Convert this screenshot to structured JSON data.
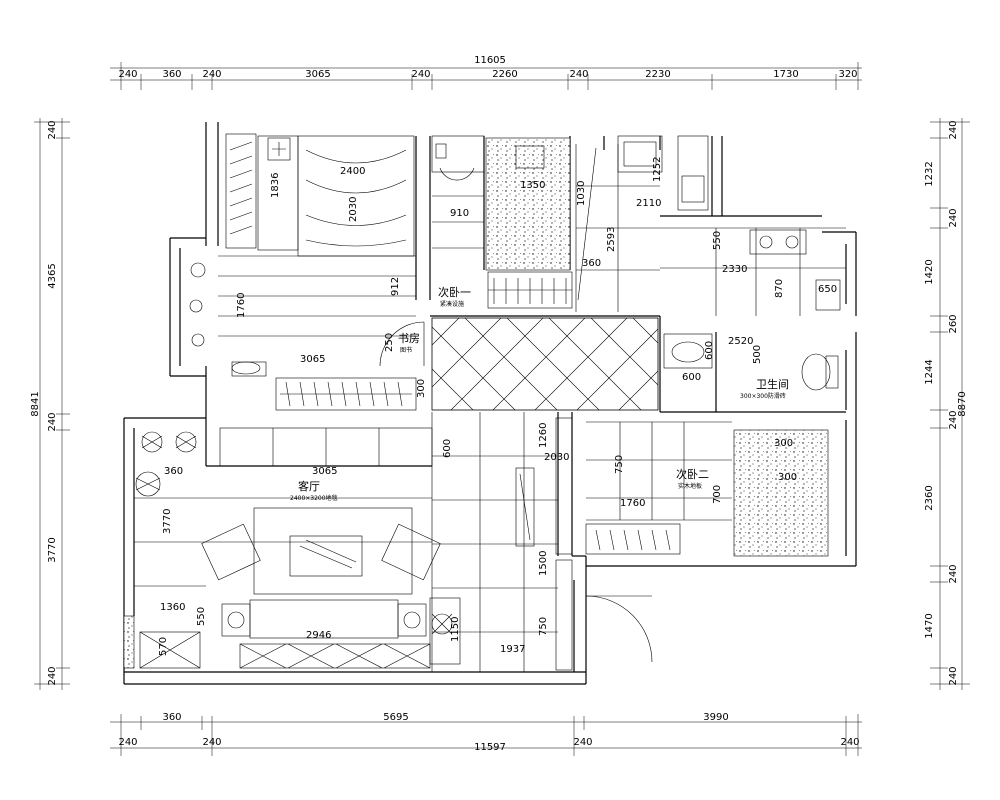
{
  "dimensions": {
    "top_total": "11605",
    "top_segments": [
      "240",
      "360",
      "240",
      "3065",
      "240",
      "2260",
      "240",
      "2230",
      "1730",
      "320"
    ],
    "bottom_segments": [
      "360",
      "5695",
      "3990"
    ],
    "bottom_total": "11597",
    "bottom_walls": [
      "240",
      "240",
      "240",
      "240"
    ],
    "left_total": "8841",
    "left_segments": [
      "240",
      "4365",
      "240",
      "3770",
      "240"
    ],
    "right_total": "8870",
    "right_segments": [
      "240",
      "1232",
      "240",
      "1420",
      "260",
      "1244",
      "240",
      "2360",
      "240",
      "1470",
      "240"
    ]
  },
  "rooms": {
    "bedroom2": "次卧一",
    "bedroom2_sub": "紧凑设施",
    "living": "客厅",
    "living_sub": "2400×3200地毯",
    "study": "书房",
    "study_sub": "图书",
    "bath": "卫生间",
    "bath_sub": "300×300防滑砖",
    "bedroom_main": "次卧二",
    "bedroom_main_sub": "实木地板"
  },
  "inner_dims": [
    "1836",
    "2400",
    "2030",
    "1350",
    "1030",
    "2110",
    "2593",
    "1252",
    "910",
    "912",
    "1760",
    "3065",
    "250",
    "300",
    "550",
    "2330",
    "870",
    "650",
    "600",
    "2520",
    "500",
    "600",
    "750",
    "700",
    "1760",
    "2030",
    "1500",
    "3065",
    "3770",
    "1360",
    "550",
    "570",
    "2946",
    "1150",
    "1260",
    "750",
    "1937",
    "360",
    "300",
    "300"
  ]
}
